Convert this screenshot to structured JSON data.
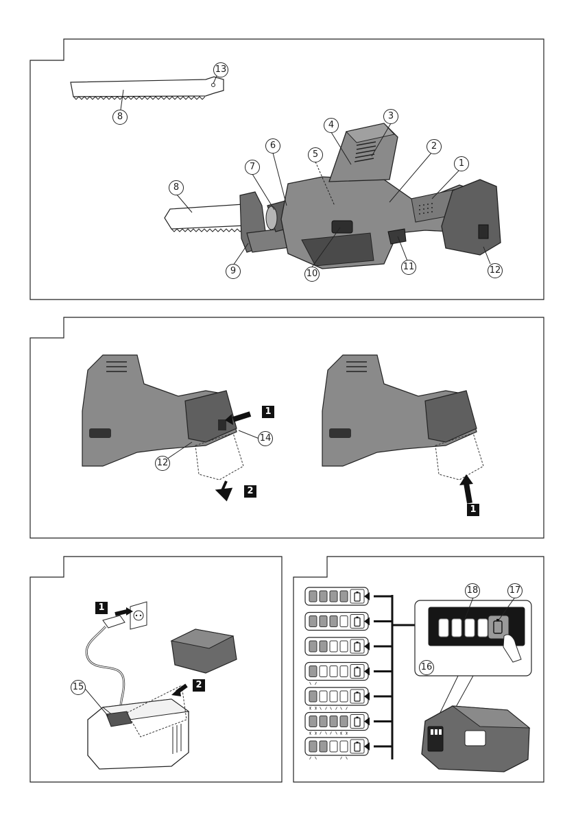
{
  "panel1": {
    "callouts": {
      "c1": "1",
      "c2": "2",
      "c3": "3",
      "c4": "4",
      "c5": "5",
      "c6": "6",
      "c7": "7",
      "c8a": "8",
      "c8b": "8",
      "c9": "9",
      "c10": "10",
      "c11": "11",
      "c12": "12",
      "c13": "13"
    }
  },
  "panel2": {
    "callouts": {
      "c12": "12",
      "c14": "14"
    },
    "steps": {
      "left_1": "1",
      "left_2": "2",
      "right_1": "1"
    }
  },
  "panel3": {
    "callouts": {
      "c15": "15"
    },
    "steps": {
      "s1": "1",
      "s2": "2"
    }
  },
  "panel4": {
    "callouts": {
      "c16": "16",
      "c17": "17",
      "c18": "18"
    },
    "indicator_rows": [
      {
        "lit": 4,
        "blink": "none"
      },
      {
        "lit": 3,
        "blink": "none"
      },
      {
        "lit": 2,
        "blink": "none"
      },
      {
        "lit": 1,
        "blink": "none"
      },
      {
        "lit": 1,
        "blink": "first"
      },
      {
        "lit": 4,
        "blink": "all"
      },
      {
        "lit": 2,
        "blink": "alternate"
      }
    ]
  },
  "colors": {
    "line": "#1a1a1a",
    "tool_gray": "#7d7d7d",
    "tool_dark": "#3a3a3a",
    "display_bg": "#161616"
  }
}
